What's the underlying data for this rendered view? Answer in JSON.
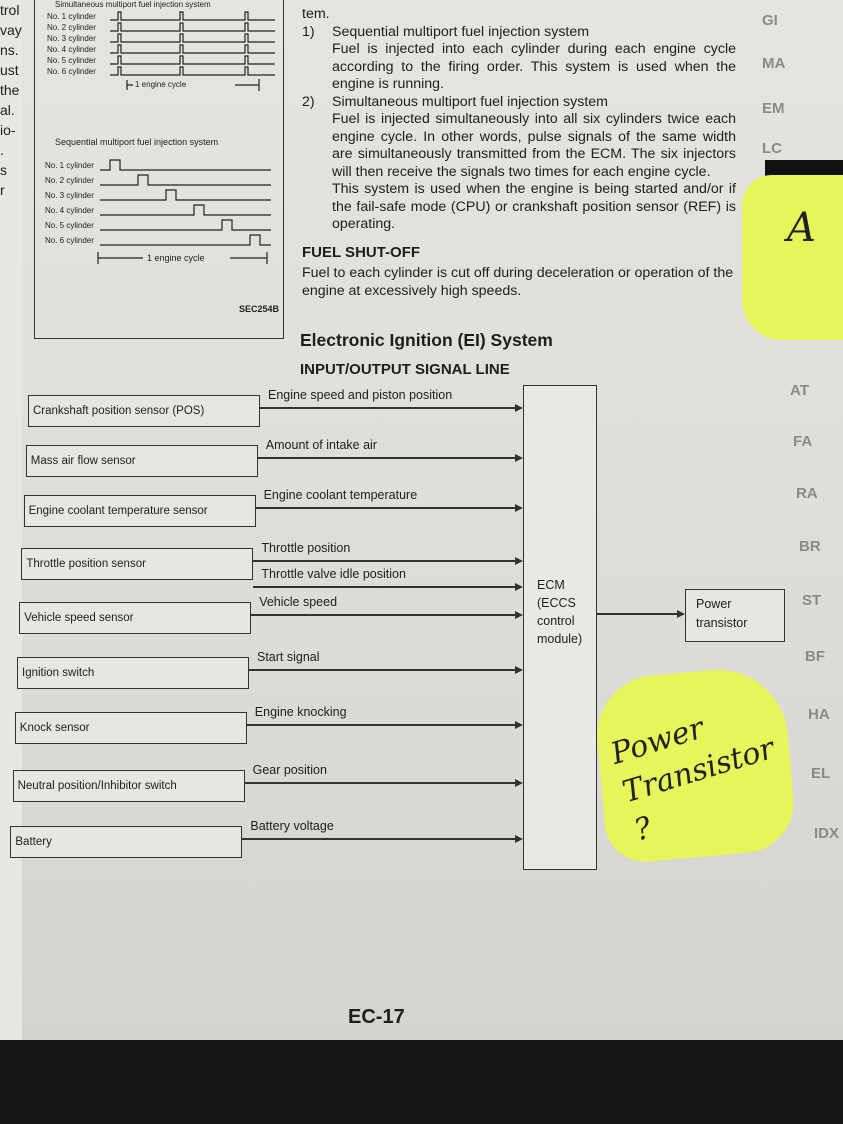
{
  "left_margin_fragments": [
    "trol",
    "vay",
    "ns.",
    "ust",
    "the",
    "al.",
    "io-",
    ".",
    "",
    "",
    "s",
    "r"
  ],
  "figure": {
    "simultaneous_label": "Simultaneous multiport fuel injection system",
    "sequential_label": "Sequential multiport fuel injection system",
    "cylinders": [
      "No. 1 cylinder",
      "No. 2 cylinder",
      "No. 3 cylinder",
      "No. 4 cylinder",
      "No. 5 cylinder",
      "No. 6 cylinder"
    ],
    "engine_cycle": "1 engine cycle",
    "code": "SEC254B"
  },
  "text": {
    "intro_end": "tem.",
    "item1_num": "1)",
    "item1_title": "Sequential multiport fuel injection system",
    "item1_body": "Fuel is injected into each cylinder during each engine cycle according to the firing order. This system is used when the engine is running.",
    "item2_num": "2)",
    "item2_title": "Simultaneous multiport fuel injection system",
    "item2_body": "Fuel is injected simultaneously into all six cylinders twice each engine cycle. In other words, pulse signals of the same width are simultaneously transmitted from the ECM. The six injectors will then receive the signals two times for each engine cycle.",
    "item2_body2": "This system is used when the engine is being started and/or if the fail-safe mode (CPU) or crankshaft position sensor (REF) is operating.",
    "fuel_shutoff_title": "FUEL SHUT-OFF",
    "fuel_shutoff_body": "Fuel to each cylinder is cut off during deceleration or operation of the engine at excessively high speeds.",
    "section_title": "Electronic Ignition (EI) System",
    "subsection_title": "INPUT/OUTPUT SIGNAL LINE"
  },
  "side_tabs": [
    "GI",
    "MA",
    "EM",
    "LC",
    "AT",
    "FA",
    "RA",
    "BR",
    "ST",
    "BF",
    "HA",
    "EL",
    "IDX"
  ],
  "diagram": {
    "inputs": [
      {
        "sensor": "Crankshaft position sensor (POS)",
        "signals": [
          "Engine speed and piston position"
        ]
      },
      {
        "sensor": "Mass air flow sensor",
        "signals": [
          "Amount of intake air"
        ]
      },
      {
        "sensor": "Engine coolant temperature sensor",
        "signals": [
          "Engine coolant temperature"
        ]
      },
      {
        "sensor": "Throttle position sensor",
        "signals": [
          "Throttle position",
          "Throttle valve idle position"
        ]
      },
      {
        "sensor": "Vehicle speed sensor",
        "signals": [
          "Vehicle speed"
        ]
      },
      {
        "sensor": "Ignition switch",
        "signals": [
          "Start signal"
        ]
      },
      {
        "sensor": "Knock sensor",
        "signals": [
          "Engine knocking"
        ]
      },
      {
        "sensor": "Neutral position/Inhibitor switch",
        "signals": [
          "Gear position"
        ]
      },
      {
        "sensor": "Battery",
        "signals": [
          "Battery voltage"
        ]
      }
    ],
    "ecm_label": "ECM (ECCS control module)",
    "output": "Power transistor"
  },
  "sticky_notes": {
    "top": "A",
    "bottom": "Power Transistor ?"
  },
  "page_number": "EC-17",
  "colors": {
    "sticky": "#e6f55a",
    "page": "#e0e0dd"
  }
}
